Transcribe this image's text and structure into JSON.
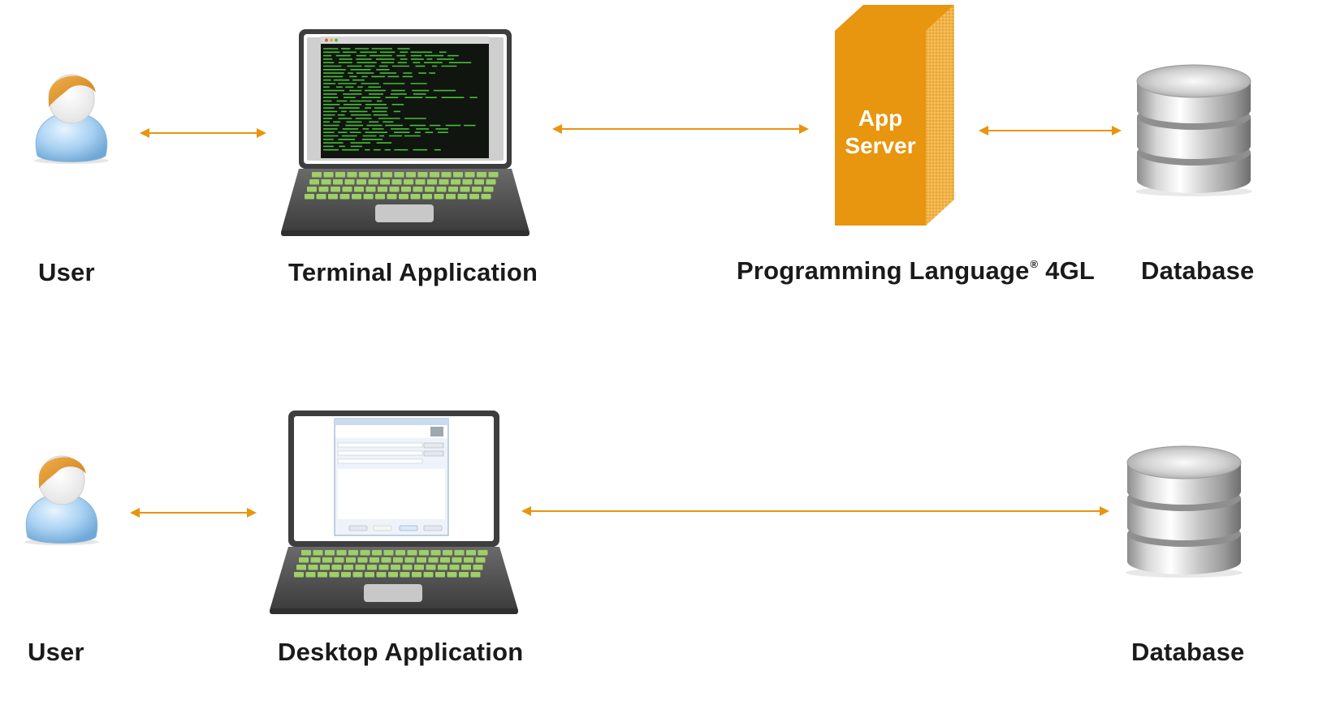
{
  "colors": {
    "accent": "#E8950F",
    "arrow": "#E8950F",
    "laptop_body": "#4a4a4a",
    "terminal_text": "#4ecf3a",
    "user_body": "#9cc8ee",
    "user_hair": "#d98d2b"
  },
  "top_row": {
    "user_label": "User",
    "client_label": "Terminal Application",
    "server_label": "Programming Language",
    "server_label_mark": "®",
    "server_label_suffix": " 4GL",
    "server_box": {
      "line1": "App",
      "line2": "Server"
    },
    "database_label": "Database"
  },
  "bottom_row": {
    "user_label": "User",
    "client_label": "Desktop Application",
    "database_label": "Database"
  },
  "icons": [
    "user-icon",
    "laptop-icon",
    "app-server-icon",
    "database-icon",
    "double-arrow-icon"
  ]
}
